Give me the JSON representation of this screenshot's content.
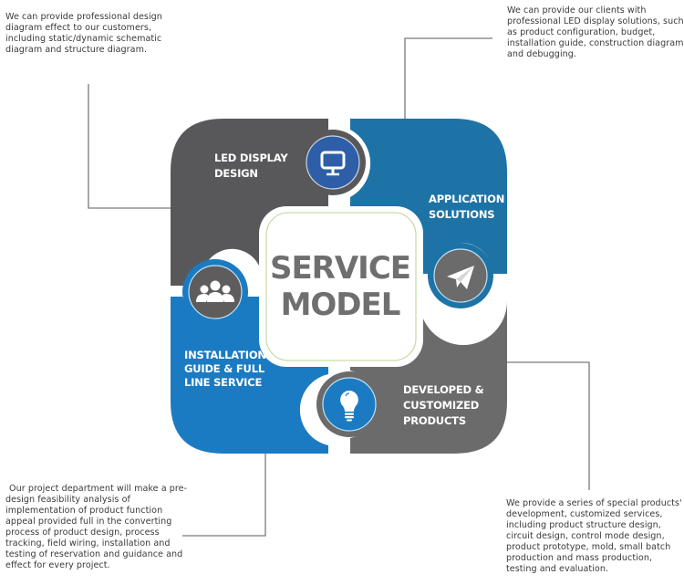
{
  "center": {
    "line1": "SERVICE",
    "line2": "MODEL"
  },
  "quadrants": [
    {
      "id": "led-display-design",
      "title_lines": [
        "LED DISPLAY",
        "DESIGN"
      ],
      "icon": "monitor-icon",
      "color": "#58585a",
      "icon_circle_color": "#2f5ea8",
      "description": "We can provide professional design diagram effect to our customers, including static/dynamic schematic diagram and structure diagram."
    },
    {
      "id": "application-solutions",
      "title_lines": [
        "APPLICATION",
        "SOLUTIONS"
      ],
      "icon": "paper-plane-icon",
      "color": "#1d73a6",
      "icon_circle_color": "#6b6b6b",
      "description": "We can provide our clients with professional LED display solutions, such as product configuration, budget, installation guide, construction diagram and debugging."
    },
    {
      "id": "installation-guide",
      "title_lines": [
        "INSTALLATION",
        "GUIDE & FULL",
        "LINE SERVICE"
      ],
      "icon": "people-group-icon",
      "color": "#1b7bc2",
      "icon_circle_color": "#5e5c5c",
      "description": "Our project department will make a pre-design feasibility analysis of implementation of product function appeal provided full in the converting process of product design, process tracking, field wiring, installation and testing of reservation and guidance and effect for every project."
    },
    {
      "id": "developed-customized-products",
      "title_lines": [
        "DEVELOPED &",
        "CUSTOMIZED",
        "PRODUCTS"
      ],
      "icon": "light-bulb-icon",
      "color": "#6b6b6b",
      "icon_circle_color": "#1b7bc2",
      "description": "We provide a series of special products' development, customized services, including product structure design, circuit design, control mode design, product prototype, mold, small batch production and mass production, testing and evaluation."
    }
  ],
  "colors": {
    "dark_gray": "#58585a",
    "mid_gray": "#6b6b6b",
    "teal_blue": "#1d73a6",
    "bright_blue": "#1b7bc2",
    "center_text": "#6f6f6f",
    "center_border": "#c9dcaa",
    "connector": "#7a7a7a"
  }
}
